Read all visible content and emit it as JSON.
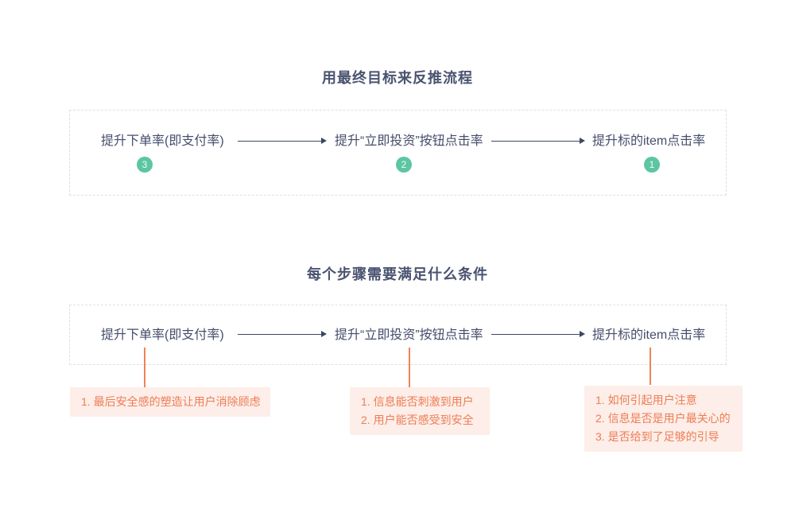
{
  "section_goal": {
    "title": "用最终目标来反推流程",
    "steps": [
      {
        "label": "提升下单率(即支付率)",
        "badge": "3"
      },
      {
        "label": "提升“立即投资”按钮点击率",
        "badge": "2"
      },
      {
        "label": "提升标的item点击率",
        "badge": "1"
      }
    ]
  },
  "section_conditions": {
    "title": "每个步骤需要满足什么条件",
    "steps": [
      {
        "label": "提升下单率(即支付率)",
        "notes": [
          "1. 最后安全感的塑造让用户消除顾虑"
        ]
      },
      {
        "label": "提升“立即投资”按钮点击率",
        "notes": [
          "1. 信息能否刺激到用户",
          "2. 用户能否感受到安全"
        ]
      },
      {
        "label": "提升标的item点击率",
        "notes": [
          "1. 如何引起用户注意",
          "2. 信息是否是用户最关心的",
          "3. 是否给到了足够的引导"
        ]
      }
    ]
  },
  "colors": {
    "text_primary": "#4a5370",
    "badge_green": "#5cc6a2",
    "accent_orange": "#ed7d54",
    "note_background": "#fdeee9",
    "box_border": "#dcdfe6",
    "arrow": "#3d4763"
  }
}
